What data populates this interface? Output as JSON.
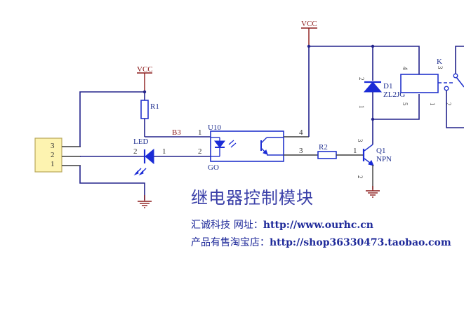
{
  "title": "继电器控制模块",
  "company_line": {
    "company": "汇诚科技",
    "label": "网址：",
    "url": "http://www.ourhc.cn"
  },
  "shop_line": {
    "label": "产品有售淘宝店：",
    "url": "http://shop36330473.taobao.com"
  },
  "schematic": {
    "power_labels": [
      "VCC",
      "VCC"
    ],
    "connector": {
      "pins": [
        "3",
        "2",
        "1"
      ]
    },
    "resistors": [
      {
        "ref": "R1"
      },
      {
        "ref": "R2"
      }
    ],
    "led": {
      "ref": "LED",
      "pins": [
        "2",
        "1"
      ]
    },
    "net_label": "B3",
    "optocoupler": {
      "ref": "U10",
      "sub": "GO",
      "pins": [
        "1",
        "2",
        "3",
        "4"
      ]
    },
    "diode": {
      "ref": "D1",
      "value": "ZL2JG",
      "pins": [
        "2",
        "1"
      ]
    },
    "relay": {
      "ref": "K",
      "pins": [
        "4",
        "5",
        "3",
        "1",
        "2"
      ]
    },
    "transistor": {
      "ref": "Q1",
      "type": "NPN",
      "pins": [
        "1",
        "3",
        "2"
      ]
    }
  }
}
